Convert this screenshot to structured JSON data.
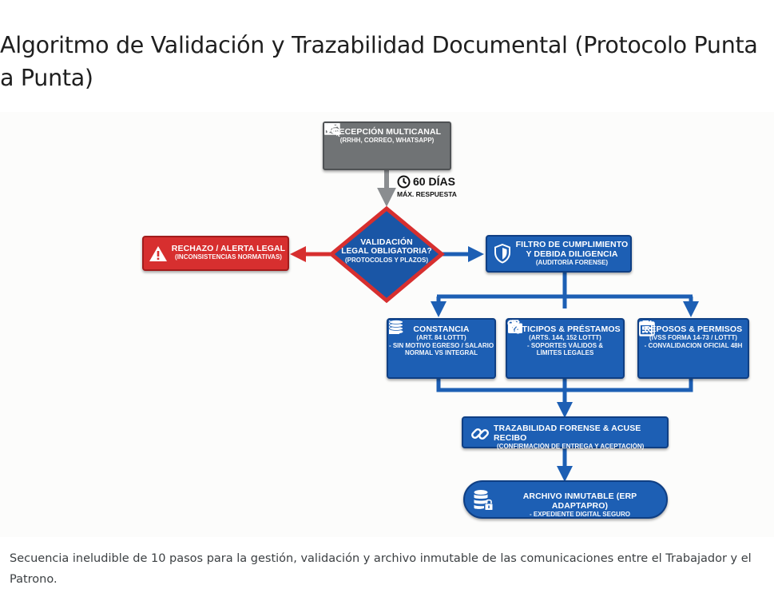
{
  "page": {
    "title": "Algoritmo de Validación y Trazabilidad Documental (Protocolo Punta a Punta)",
    "caption": "Secuencia ineludible de 10 pasos para la gestión, validación y archivo inmutable de las comunicaciones entre el Trabajador y el Patrono."
  },
  "colors": {
    "blue": "#1d5fb4",
    "blue_dark": "#0f3f84",
    "red": "#d72f2f",
    "gray": "#707375",
    "arrow_gray": "#8a8d90"
  },
  "diagram": {
    "reception": {
      "title": "RECEPCIÓN MULTICANAL",
      "subtitle": "(RRHH, CORREO, WHATSAPP)",
      "icons": [
        "mail-icon",
        "chat-icon",
        "web-form-icon"
      ]
    },
    "deadline": {
      "title": "60 DÍAS",
      "subtitle": "MÁX. RESPUESTA",
      "icon": "clock-icon"
    },
    "decision": {
      "line1": "VALIDACIÓN",
      "line2": "LEGAL OBLIGATORIA?",
      "line3": "(PROTOCOLOS Y PLAZOS)"
    },
    "rejection": {
      "line1": "RECHAZO / ALERTA LEGAL",
      "line2": "(INCONSISTENCIAS NORMATIVAS)",
      "icon": "warning-icon"
    },
    "compliance": {
      "line1": "FILTRO DE CUMPLIMIENTO",
      "line2": "Y DEBIDA DILIGENCIA",
      "line3": "(AUDITORÍA FORENSE)",
      "icon": "shield-icon"
    },
    "constancia": {
      "title": "CONSTANCIA",
      "line1": "(ART. 84 LOTTT)",
      "line2": "- SIN MOTIVO EGRESO / SALARIO",
      "line3": "NORMAL VS INTEGRAL",
      "icons": [
        "document-icon",
        "coins-icon"
      ]
    },
    "anticipos": {
      "title": "ANTICIPOS & PRÉSTAMOS",
      "line1": "(ARTS. 144, 152 LOTTT)",
      "line2": "- SOPORTES VÁLIDOS &",
      "line3": "LÍMITES LEGALES",
      "icons": [
        "house-icon",
        "medical-kit-icon",
        "percent-icon"
      ]
    },
    "reposos": {
      "title": "REPOSOS & PERMISOS",
      "line1": "(IVSS FORMA 14-73 / LOTTT)",
      "line2": "- CONVALIDACION OFICIAL 48H",
      "icons": [
        "clipboard-icon",
        "calendar-icon"
      ]
    },
    "traceability": {
      "line1": "TRAZABILIDAD FORENSE & ACUSE RECIBO",
      "line2": "(CONFIRMACIÓN DE ENTREGA Y ACEPTACIÓN)",
      "icon": "link-icon"
    },
    "archive": {
      "line1": "ARCHIVO INMUTABLE (ERP ADAPTAPRO)",
      "line2": "- EXPEDIENTE DIGITAL SEGURO",
      "icon": "database-lock-icon"
    }
  }
}
